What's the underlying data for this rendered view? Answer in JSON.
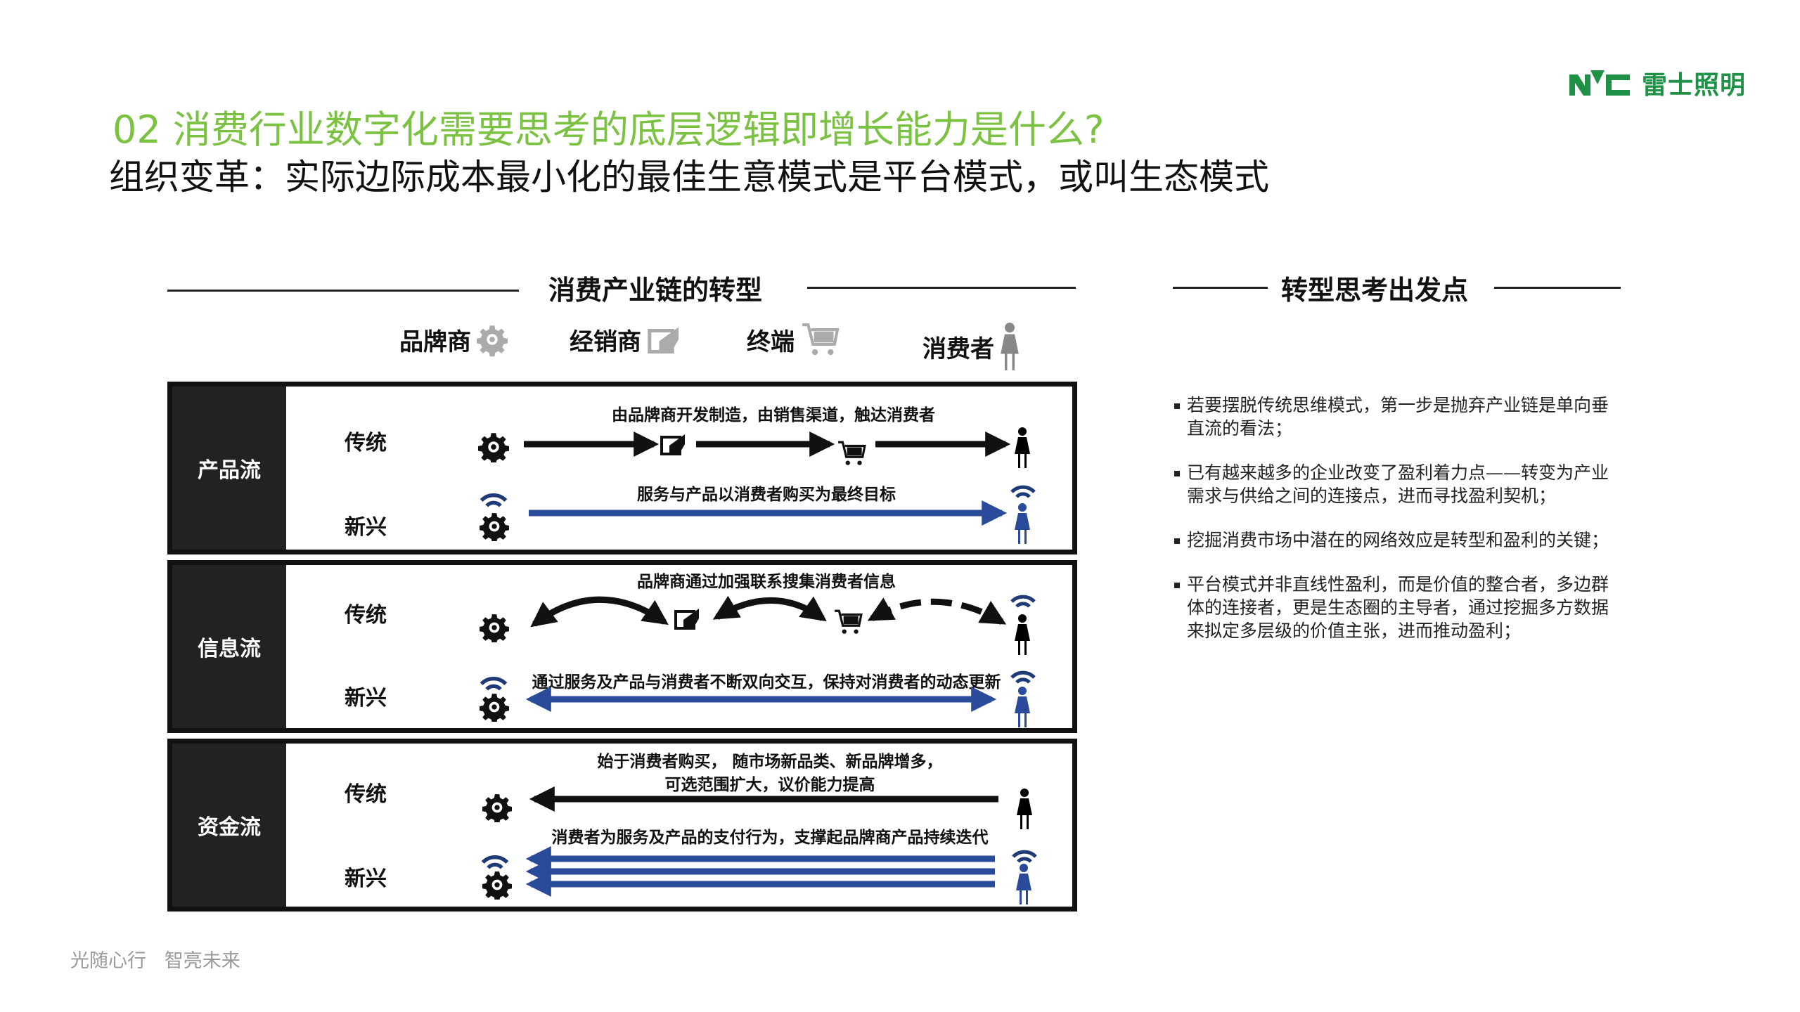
{
  "header": {
    "title": "02 消费行业数字化需要思考的底层逻辑即增长能力是什么?",
    "subtitle": "组织变革：实际边际成本最小化的最佳生意模式是平台模式，或叫生态模式"
  },
  "logo": {
    "mark": "NVC",
    "text": "雷士照明",
    "color": "#1e9146"
  },
  "diagram": {
    "title": "消费产业链的转型",
    "columns": [
      "品牌商",
      "经销商",
      "终端",
      "消费者"
    ],
    "flows": [
      {
        "label": "产品流",
        "traditional": "传统",
        "emerging": "新兴",
        "traditional_caption": "由品牌商开发制造，由销售渠道，触达消费者",
        "emerging_caption": "服务与产品以消费者购买为最终目标"
      },
      {
        "label": "信息流",
        "traditional": "传统",
        "emerging": "新兴",
        "traditional_caption": "品牌商通过加强联系搜集消费者信息",
        "emerging_caption": "通过服务及产品与消费者不断双向交互，保持对消费者的动态更新"
      },
      {
        "label": "资金流",
        "traditional": "传统",
        "emerging": "新兴",
        "traditional_caption": "始于消费者购买，  随市场新品类、新品牌增多，",
        "traditional_caption2": "可选范围扩大，议价能力提高",
        "emerging_caption": "消费者为服务及产品的支付行为，支撑起品牌商产品持续迭代"
      }
    ]
  },
  "thinking": {
    "title": "转型思考出发点",
    "bullets": [
      "若要摆脱传统思维模式，第一步是抛弃产业链是单向垂直流的看法；",
      "已有越来越多的企业改变了盈利着力点——转变为产业需求与供给之间的连接点，进而寻找盈利契机；",
      "挖掘消费市场中潜在的网络效应是转型和盈利的关键；",
      "平台模式并非直线性盈利，而是价值的整合者，多边群体的连接者，更是生态圈的主导者，通过挖掘多方数据来拟定多层级的价值主张，进而推动盈利；"
    ]
  },
  "footer": {
    "slogan": "光随心行   智亮未来"
  },
  "colors": {
    "title_green": "#7cc242",
    "flow_blue": "#2a4a9a"
  }
}
